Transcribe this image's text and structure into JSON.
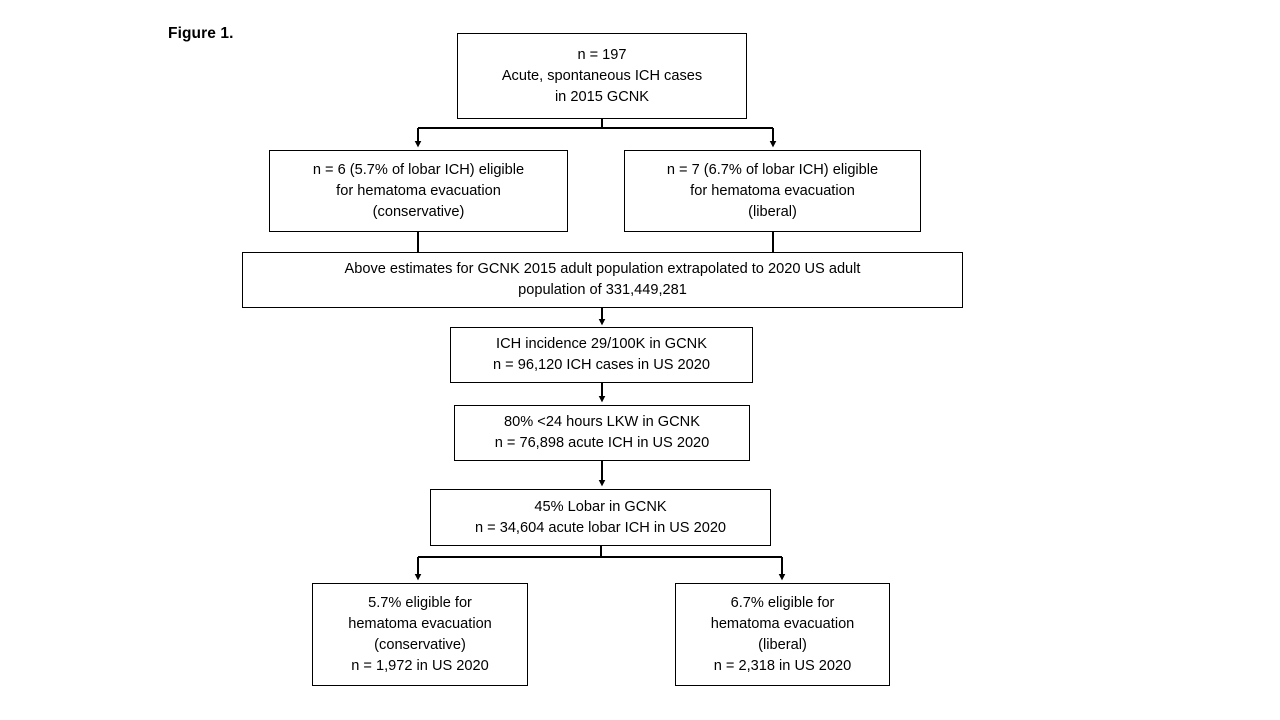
{
  "figure": {
    "label": "Figure 1."
  },
  "colors": {
    "background": "#ffffff",
    "stroke": "#000000",
    "text": "#000000"
  },
  "nodes": {
    "root": {
      "text": "n = 197\nAcute, spontaneous ICH cases\nin 2015 GCNK"
    },
    "conservative_gcnk": {
      "text": "n = 6 (5.7% of lobar ICH) eligible\nfor hematoma evacuation\n(conservative)"
    },
    "liberal_gcnk": {
      "text": "n = 7 (6.7% of lobar ICH) eligible\nfor hematoma evacuation\n(liberal)"
    },
    "extrapolation": {
      "text": "Above estimates for GCNK 2015 adult population extrapolated to 2020 US adult\npopulation of 331,449,281"
    },
    "incidence": {
      "text": "ICH incidence 29/100K in GCNK\nn = 96,120 ICH cases in US 2020"
    },
    "lkw": {
      "text": "80% <24 hours LKW in GCNK\nn = 76,898 acute ICH in US 2020"
    },
    "lobar": {
      "text": "45% Lobar in GCNK\nn = 34,604 acute lobar ICH in US 2020"
    },
    "conservative_us": {
      "text": "5.7% eligible for\nhematoma evacuation\n(conservative)\nn = 1,972 in US 2020"
    },
    "liberal_us": {
      "text": "6.7% eligible for\nhematoma evacuation\n(liberal)\nn = 2,318 in US 2020"
    }
  },
  "flow": {
    "edges": [
      {
        "from": "root",
        "to": "conservative_gcnk",
        "style": "split-arrow"
      },
      {
        "from": "root",
        "to": "liberal_gcnk",
        "style": "split-arrow"
      },
      {
        "from": "conservative_gcnk",
        "to": "extrapolation",
        "style": "line"
      },
      {
        "from": "liberal_gcnk",
        "to": "extrapolation",
        "style": "line"
      },
      {
        "from": "extrapolation",
        "to": "incidence",
        "style": "arrow"
      },
      {
        "from": "incidence",
        "to": "lkw",
        "style": "arrow"
      },
      {
        "from": "lkw",
        "to": "lobar",
        "style": "arrow"
      },
      {
        "from": "lobar",
        "to": "conservative_us",
        "style": "split-arrow"
      },
      {
        "from": "lobar",
        "to": "liberal_us",
        "style": "split-arrow"
      }
    ]
  }
}
